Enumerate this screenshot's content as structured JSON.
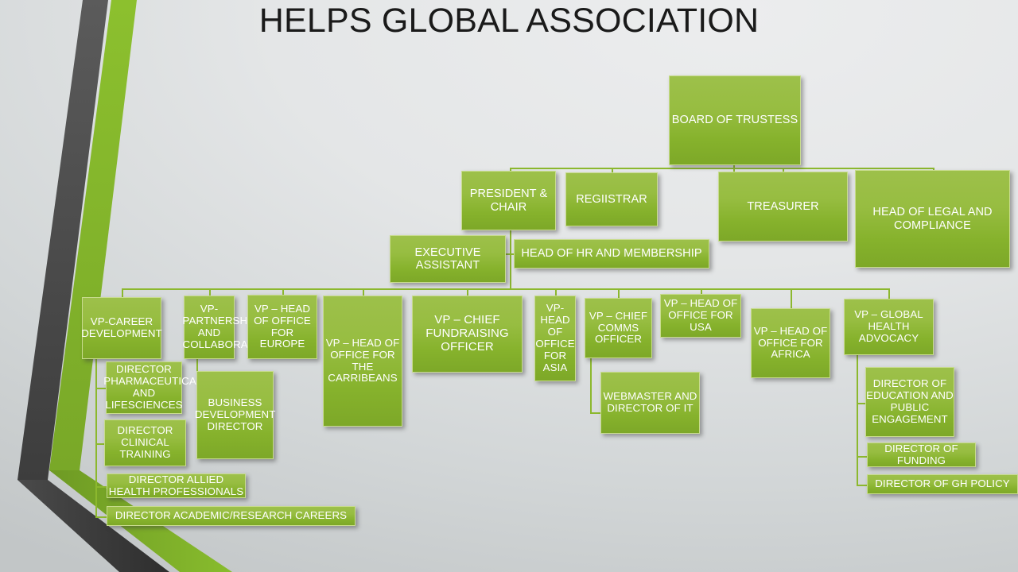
{
  "slide": {
    "title": "HELPS GLOBAL ASSOCIATION",
    "background_top_color": "#ecedee",
    "background_bottom_color": "#c2c6c7",
    "accent_green": "#8cb82e",
    "accent_dark": "#595959",
    "box_fill_top": "#9dc04a",
    "box_fill_bottom": "#7da828",
    "box_border": "#c8dc8e",
    "box_text_color": "#ffffff",
    "connector_color": "#8cb82e"
  },
  "chart_data": {
    "type": "diagram",
    "title": "HELPS GLOBAL ASSOCIATION",
    "diagram_kind": "organizational-chart",
    "nodes": [
      {
        "id": "board",
        "label": "BOARD OF TRUSTESS",
        "level": 0
      },
      {
        "id": "president",
        "label": "PRESIDENT & CHAIR",
        "level": 1
      },
      {
        "id": "registrar",
        "label": "REGIISTRAR",
        "level": 1
      },
      {
        "id": "treasurer",
        "label": "TREASURER",
        "level": 1
      },
      {
        "id": "legal",
        "label": "HEAD OF LEGAL AND COMPLIANCE",
        "level": 1
      },
      {
        "id": "exec_asst",
        "label": "EXECUTIVE ASSISTANT",
        "level": 2
      },
      {
        "id": "hr",
        "label": "HEAD OF HR AND MEMBERSHIP",
        "level": 2
      },
      {
        "id": "vp_career",
        "label": "VP-CAREER DEVELOPMENT",
        "level": 3
      },
      {
        "id": "vp_partner",
        "label": "VP-PARTNERSHIPS AND COLLABORATIONS",
        "level": 3
      },
      {
        "id": "vp_europe",
        "label": "VP – HEAD OF OFFICE FOR EUROPE",
        "level": 3
      },
      {
        "id": "vp_carrib",
        "label": "VP – HEAD OF OFFICE FOR THE CARRIBEANS",
        "level": 3
      },
      {
        "id": "vp_fund",
        "label": "VP – CHIEF FUNDRAISING OFFICER",
        "level": 3
      },
      {
        "id": "vp_asia",
        "label": "VP- HEAD OF OFFICE FOR ASIA",
        "level": 3
      },
      {
        "id": "vp_comms",
        "label": "VP – CHIEF COMMS OFFICER",
        "level": 3
      },
      {
        "id": "vp_usa",
        "label": "VP – HEAD OF OFFICE FOR USA",
        "level": 3
      },
      {
        "id": "vp_africa",
        "label": "VP – HEAD OF OFFICE FOR AFRICA",
        "level": 3
      },
      {
        "id": "vp_global",
        "label": "VP – GLOBAL HEALTH ADVOCACY",
        "level": 3
      },
      {
        "id": "dir_pharma",
        "label": "DIRECTOR PHARMACEUTICAL AND LIFESCIENCES",
        "level": 4,
        "parent": "vp_career"
      },
      {
        "id": "dir_clinical",
        "label": "DIRECTOR CLINICAL TRAINING",
        "level": 4,
        "parent": "vp_career"
      },
      {
        "id": "dir_allied",
        "label": "DIRECTOR ALLIED HEALTH PROFESSIONALS",
        "level": 4,
        "parent": "vp_career"
      },
      {
        "id": "dir_academic",
        "label": "DIRECTOR ACADEMIC/RESEARCH  CAREERS",
        "level": 4,
        "parent": "vp_career"
      },
      {
        "id": "dir_bizdev",
        "label": "BUSINESS DEVELOPMENT DIRECTOR",
        "level": 4,
        "parent": "vp_partner"
      },
      {
        "id": "dir_web",
        "label": "WEBMASTER AND DIRECTOR OF IT",
        "level": 4,
        "parent": "vp_comms"
      },
      {
        "id": "dir_edu",
        "label": "DIRECTOR OF EDUCATION AND PUBLIC ENGAGEMENT",
        "level": 4,
        "parent": "vp_global"
      },
      {
        "id": "dir_funding",
        "label": "DIRECTOR OF FUNDING",
        "level": 4,
        "parent": "vp_global"
      },
      {
        "id": "dir_policy",
        "label": "DIRECTOR  OF GH POLICY",
        "level": 4,
        "parent": "vp_global"
      }
    ],
    "edges": [
      {
        "from": "board",
        "to": "president"
      },
      {
        "from": "board",
        "to": "registrar"
      },
      {
        "from": "board",
        "to": "treasurer"
      },
      {
        "from": "board",
        "to": "legal"
      },
      {
        "from": "president",
        "to": "exec_asst"
      },
      {
        "from": "president",
        "to": "hr"
      },
      {
        "from": "president",
        "to": "vp_career"
      },
      {
        "from": "president",
        "to": "vp_partner"
      },
      {
        "from": "president",
        "to": "vp_europe"
      },
      {
        "from": "president",
        "to": "vp_carrib"
      },
      {
        "from": "president",
        "to": "vp_fund"
      },
      {
        "from": "president",
        "to": "vp_asia"
      },
      {
        "from": "president",
        "to": "vp_comms"
      },
      {
        "from": "president",
        "to": "vp_usa"
      },
      {
        "from": "president",
        "to": "vp_africa"
      },
      {
        "from": "president",
        "to": "vp_global"
      },
      {
        "from": "vp_career",
        "to": "dir_pharma"
      },
      {
        "from": "vp_career",
        "to": "dir_clinical"
      },
      {
        "from": "vp_career",
        "to": "dir_allied"
      },
      {
        "from": "vp_career",
        "to": "dir_academic"
      },
      {
        "from": "vp_partner",
        "to": "dir_bizdev"
      },
      {
        "from": "vp_comms",
        "to": "dir_web"
      },
      {
        "from": "vp_global",
        "to": "dir_edu"
      },
      {
        "from": "vp_global",
        "to": "dir_funding"
      },
      {
        "from": "vp_global",
        "to": "dir_policy"
      }
    ]
  }
}
